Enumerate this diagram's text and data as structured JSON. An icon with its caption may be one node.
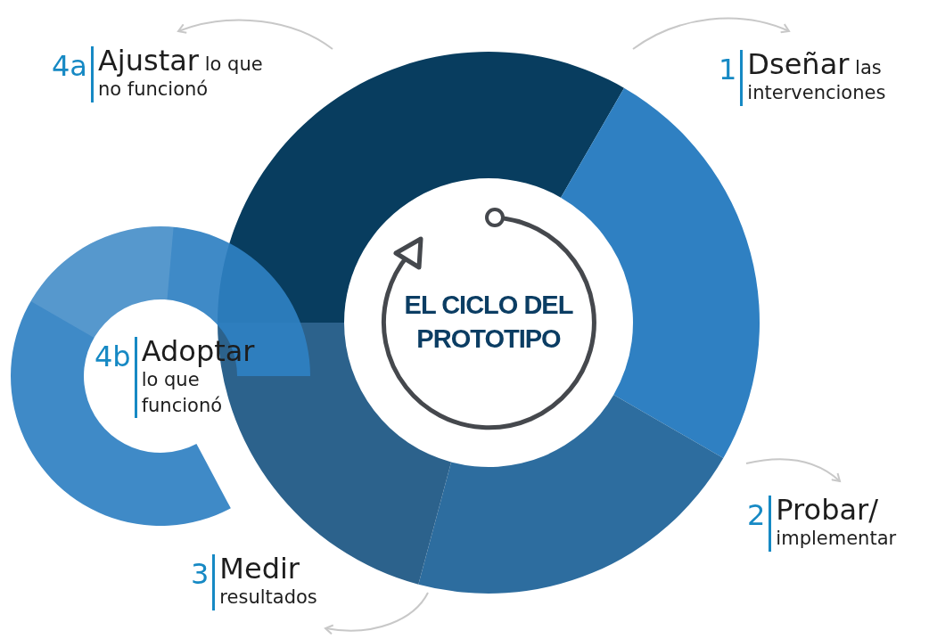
{
  "diagram": {
    "nodes": [
      {
        "text": [
          "EL CICLO DEL PROTOTIPO"
        ]
      }
    ],
    "edges": [],
    "labels": [
      "4a",
      "Ajustar lo que no funcionó",
      "1",
      "Dseñar las intervenciones",
      "4b",
      "Adoptar lo que funcionó",
      "2",
      "Probar/ implementar",
      "3",
      "Medir resultados"
    ]
  }
}
